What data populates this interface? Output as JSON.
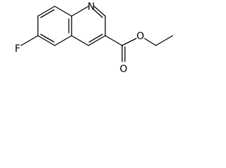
{
  "molecule": {
    "atoms": {
      "nitrogen": "N",
      "fluorine": "F",
      "ester_oxygen": "O",
      "carbonyl_oxygen": "O"
    },
    "colors": {
      "bond": "#000000",
      "label": "#000000",
      "background": "#ffffff"
    }
  }
}
